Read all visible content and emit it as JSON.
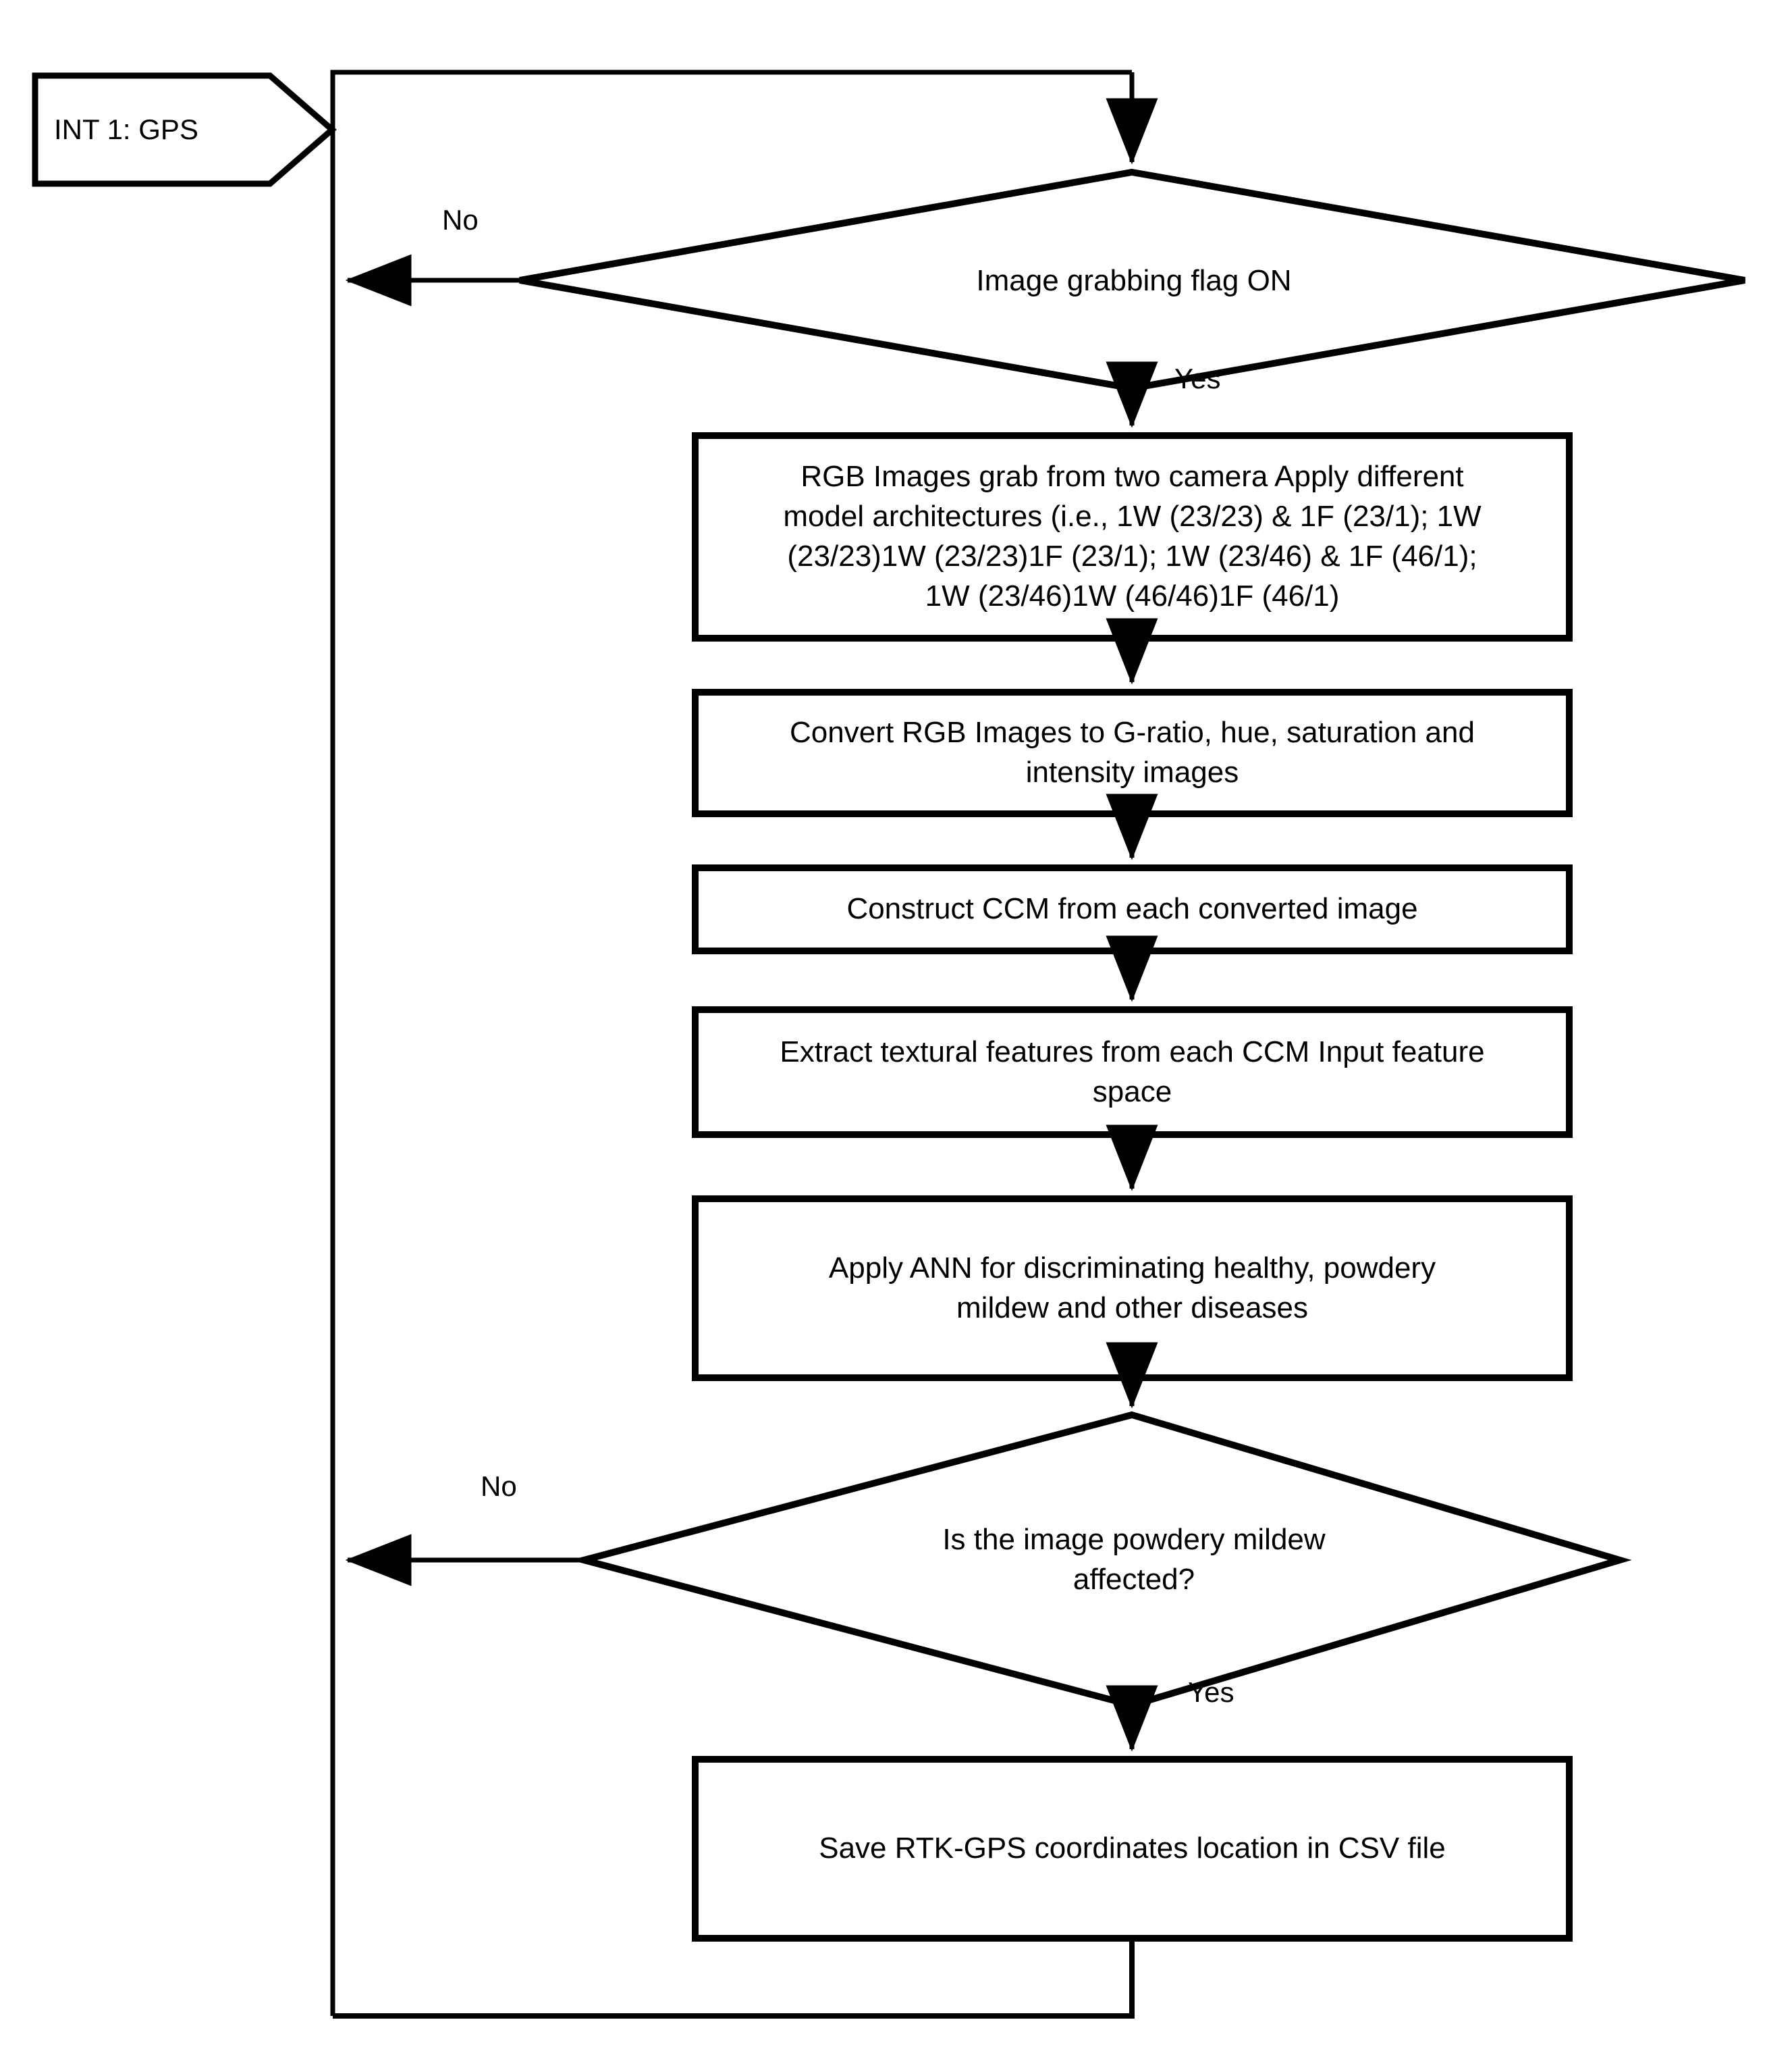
{
  "diagram": {
    "title": "Image grabbing and powdery mildew detection flowchart",
    "type": "flowchart",
    "colors": {
      "stroke": "#000000",
      "fill": "#ffffff",
      "text": "#000000"
    },
    "nodes": [
      {
        "id": "terminal-gps",
        "shape": "arrow-terminal",
        "label": "INT 1: GPS"
      },
      {
        "id": "decision-grab-flag",
        "shape": "diamond",
        "label": "Image grabbing flag ON"
      },
      {
        "id": "process-rgb-grab",
        "shape": "rectangle",
        "label": "RGB Images grab from two camera Apply different\nmodel architectures (i.e., 1W (23/23) & 1F (23/1); 1W\n(23/23)1W (23/23)1F (23/1); 1W (23/46) & 1F (46/1);\n1W (23/46)1W (46/46)1F (46/1)"
      },
      {
        "id": "process-convert",
        "shape": "rectangle",
        "label": "Convert RGB Images to G-ratio, hue, saturation and\nintensity images"
      },
      {
        "id": "process-ccm",
        "shape": "rectangle",
        "label": "Construct CCM from each converted image"
      },
      {
        "id": "process-features",
        "shape": "rectangle",
        "label": "Extract textural features from each CCM Input feature\nspace"
      },
      {
        "id": "process-ann",
        "shape": "rectangle",
        "label": "Apply ANN for discriminating healthy, powdery\nmildew and other diseases"
      },
      {
        "id": "decision-powdery",
        "shape": "diamond",
        "label": "Is the image powdery mildew\naffected?"
      },
      {
        "id": "process-save-csv",
        "shape": "rectangle",
        "label": "Save RTK-GPS coordinates location in CSV file"
      }
    ],
    "edge_labels": {
      "grab_flag_no": "No",
      "grab_flag_yes": "Yes",
      "powdery_no": "No",
      "powdery_yes": "Yes"
    }
  }
}
